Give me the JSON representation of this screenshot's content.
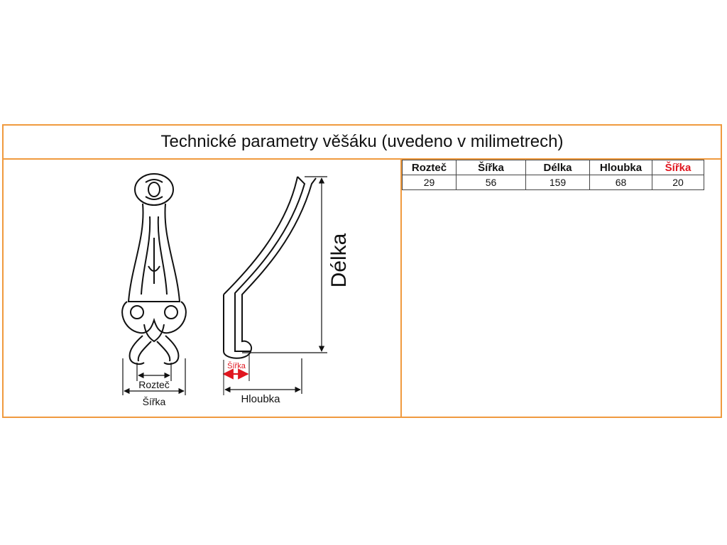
{
  "title": "Technické parametry věšáku (uvedeno v milimetrech)",
  "table": {
    "headers": [
      "Rozteč",
      "Šířka",
      "Délka",
      "Hloubka",
      "Šířka"
    ],
    "values": [
      "29",
      "56",
      "159",
      "68",
      "20"
    ],
    "highlight_color": "#e0161f"
  },
  "diagram": {
    "label_roztec": "Rozteč",
    "label_sirka": "Šířka",
    "label_delka": "Délka",
    "label_hloubka": "Hloubka",
    "label_sirka_small": "Šířka"
  },
  "colors": {
    "border": "#f09a3e",
    "accent_red": "#e0161f"
  }
}
